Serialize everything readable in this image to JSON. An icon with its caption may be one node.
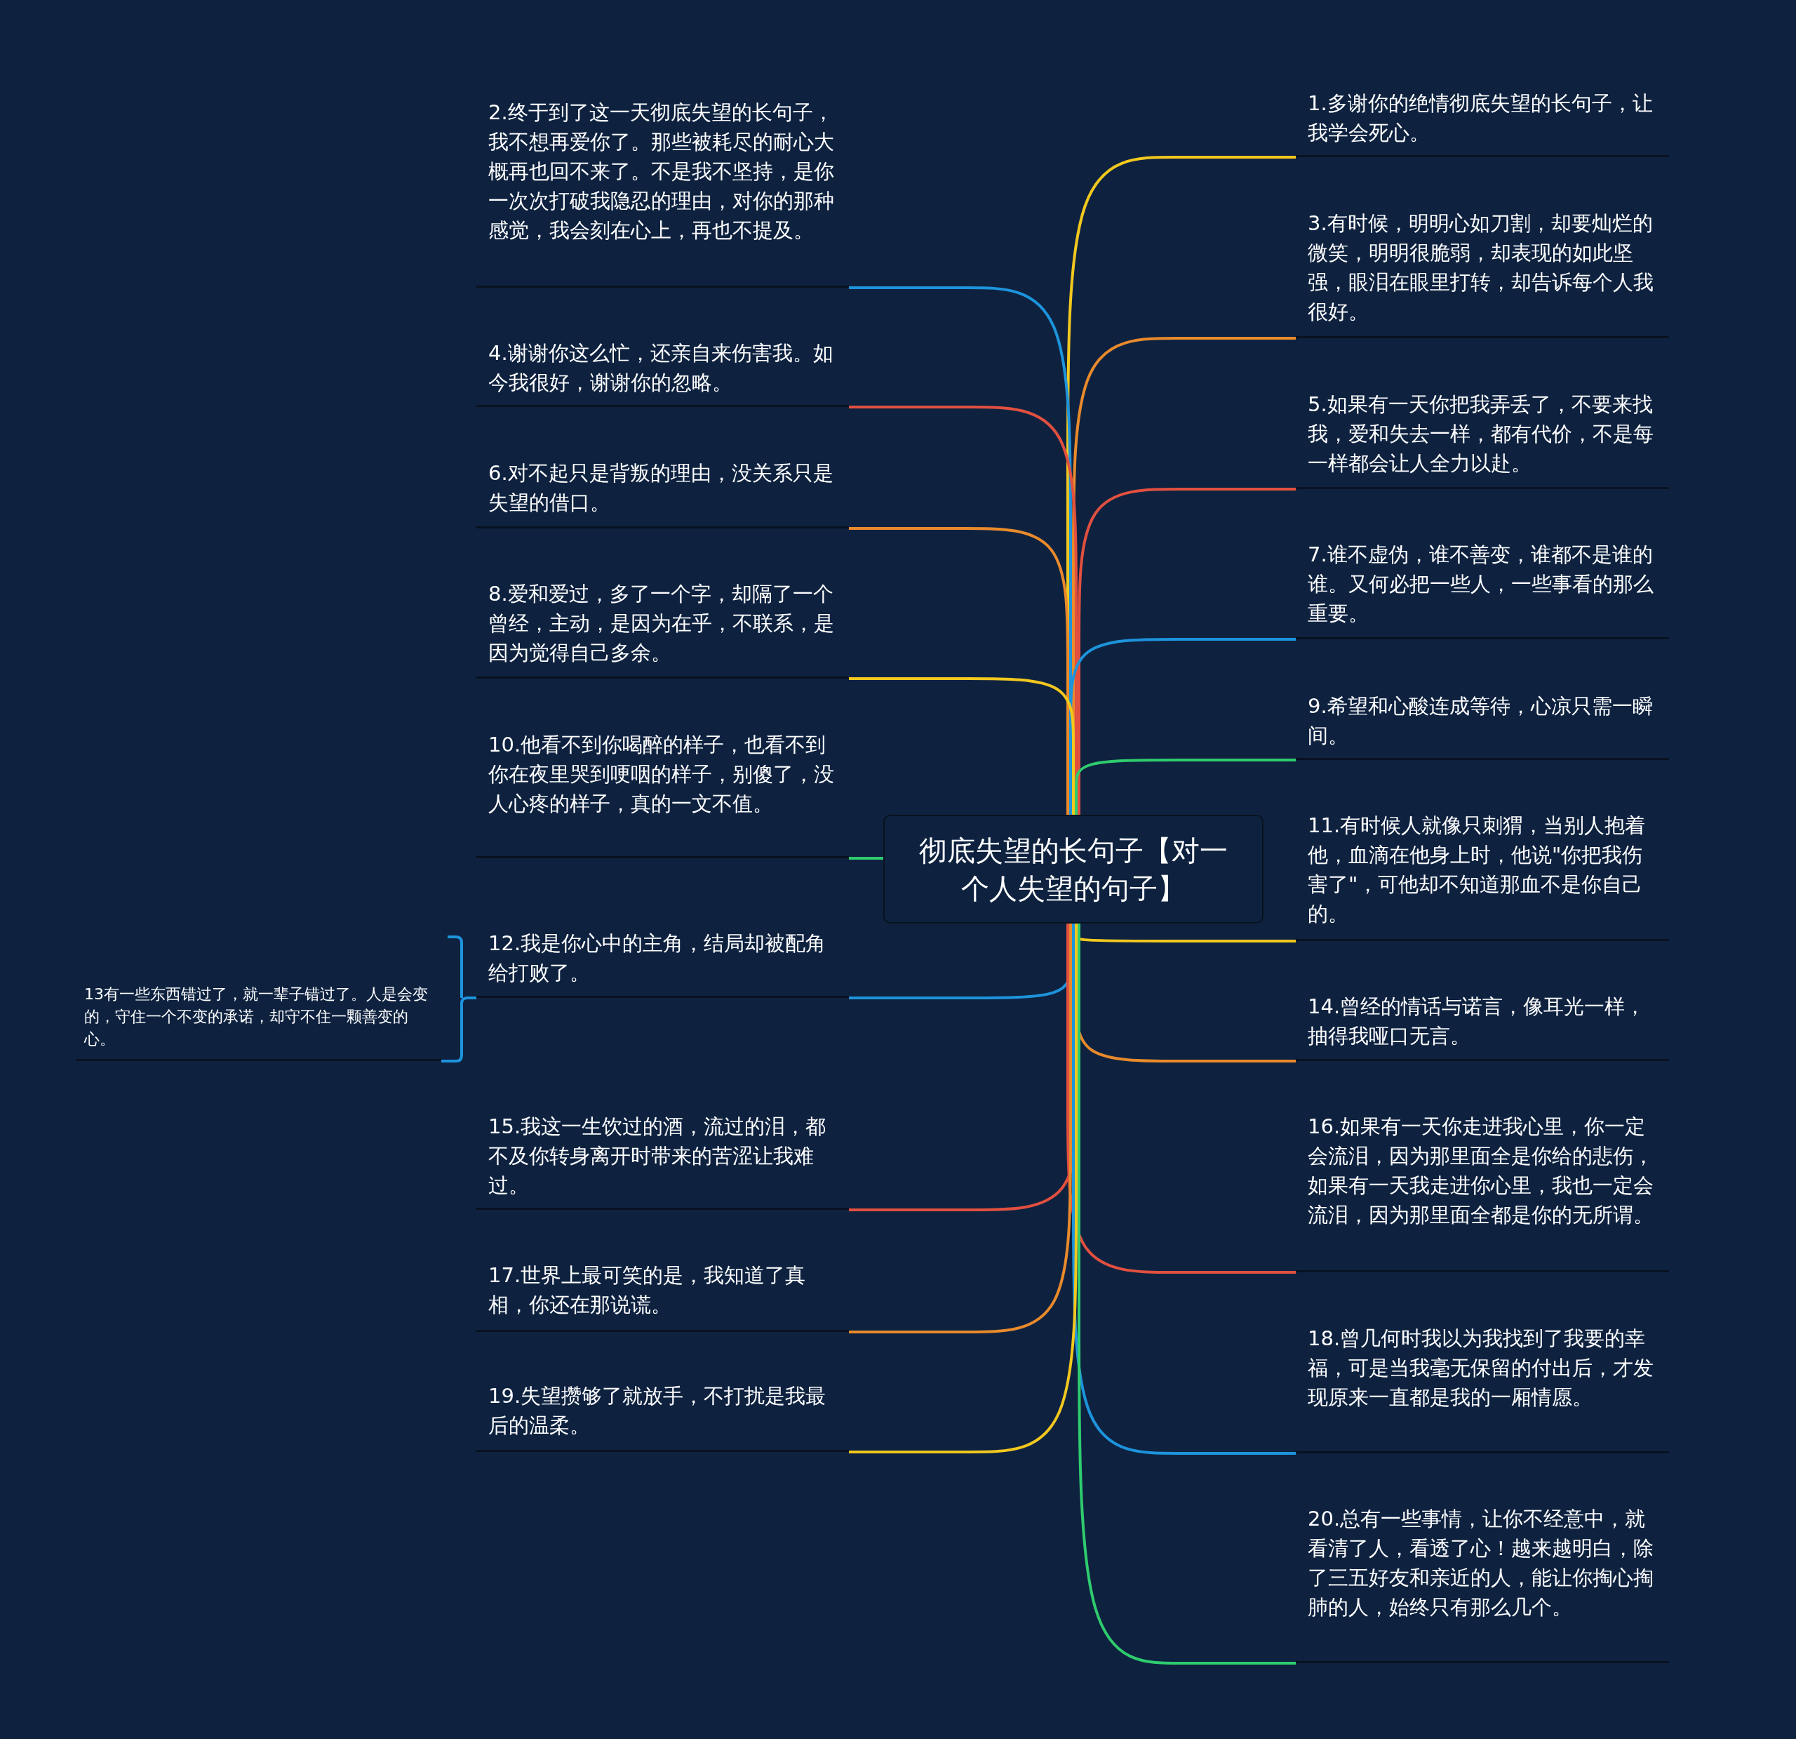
{
  "diagram": {
    "nodes": [
      {
        "text": [
          "彻底失望的长句子【对一个人失望的句子】"
        ]
      },
      {
        "text": [
          "1.多谢你的绝情彻底失望的长句子，让我学会死心。"
        ]
      },
      {
        "text": [
          "2.终于到了这一天彻底失望的长句子，我不想再爱你了。那些被耗尽的耐心大概再也回不来了。不是我不坚持，是你一次次打破我隐忍的理由，对你的那种感觉，我会刻在心上，再也不提及。"
        ]
      },
      {
        "text": [
          "3.有时候，明明心如刀割，却要灿烂的微笑，明明很脆弱，却表现的如此坚强，眼泪在眼里打转，却告诉每个人我很好。"
        ]
      },
      {
        "text": [
          "4.谢谢你这么忙，还亲自来伤害我。如今我很好，谢谢你的忽略。"
        ]
      },
      {
        "text": [
          "5.如果有一天你把我弄丢了，不要来找我，爱和失去一样，都有代价，不是每一样都会让人全力以赴。"
        ]
      },
      {
        "text": [
          "6.对不起只是背叛的理由，没关系只是失望的借口。"
        ]
      },
      {
        "text": [
          "7.谁不虚伪，谁不善变，谁都不是谁的谁。又何必把一些人，一些事看的那么重要。"
        ]
      },
      {
        "text": [
          "8.爱和爱过，多了一个字，却隔了一个曾经，主动，是因为在乎，不联系，是因为觉得自己多余。"
        ]
      },
      {
        "text": [
          "9.希望和心酸连成等待，心凉只需一瞬间。"
        ]
      },
      {
        "text": [
          "10.他看不到你喝醉的样子，也看不到你在夜里哭到哽咽的样子，别傻了，没人心疼的样子，真的一文不值。"
        ]
      },
      {
        "text": [
          "11.有时候人就像只刺猬，当别人抱着他，血滴在他身上时，他说\"你把我伤害了\"，可他却不知道那血不是你自己的。"
        ]
      },
      {
        "text": [
          "12.我是你心中的主角，结局却被配角给打败了。"
        ]
      },
      {
        "text": [
          "13有一些东西错过了，就一辈子错过了。人是会变的，守住一个不变的承诺，却守不住一颗善变的心。"
        ]
      },
      {
        "text": [
          "14.曾经的情话与诺言，像耳光一样，抽得我哑口无言。"
        ]
      },
      {
        "text": [
          "15.我这一生饮过的酒，流过的泪，都不及你转身离开时带来的苦涩让我难过。"
        ]
      },
      {
        "text": [
          "16.如果有一天你走进我心里，你一定会流泪，因为那里面全是你给的悲伤，如果有一天我走进你心里，我也一定会流泪，因为那里面全都是你的无所谓。"
        ]
      },
      {
        "text": [
          "17.世界上最可笑的是，我知道了真相，你还在那说谎。"
        ]
      },
      {
        "text": [
          "18.曾几何时我以为我找到了我要的幸福，可是当我毫无保留的付出后，才发现原来一直都是我的一厢情愿。"
        ]
      },
      {
        "text": [
          "19.失望攒够了就放手，不打扰是我最后的温柔。"
        ]
      },
      {
        "text": [
          "20.总有一些事情，让你不经意中，就看清了人，看透了心！越来越明白，除了三五好友和亲近的人，能让你掏心掏肺的人，始终只有那么几个。"
        ]
      }
    ],
    "edges": [
      {
        "from": 0,
        "to": 1,
        "arrow": "none",
        "color": "#f2c81e"
      },
      {
        "from": 0,
        "to": 2,
        "arrow": "none",
        "color": "#1d94dc"
      },
      {
        "from": 0,
        "to": 3,
        "arrow": "none",
        "color": "#e98a2b"
      },
      {
        "from": 0,
        "to": 4,
        "arrow": "none",
        "color": "#e2503f"
      },
      {
        "from": 0,
        "to": 5,
        "arrow": "none",
        "color": "#e2503f"
      },
      {
        "from": 0,
        "to": 6,
        "arrow": "none",
        "color": "#e98a2b"
      },
      {
        "from": 0,
        "to": 7,
        "arrow": "none",
        "color": "#1d94dc"
      },
      {
        "from": 0,
        "to": 8,
        "arrow": "none",
        "color": "#f2c81e"
      },
      {
        "from": 0,
        "to": 9,
        "arrow": "none",
        "color": "#2fcc6e"
      },
      {
        "from": 0,
        "to": 10,
        "arrow": "none",
        "color": "#2fcc6e"
      },
      {
        "from": 0,
        "to": 11,
        "arrow": "none",
        "color": "#f2c81e"
      },
      {
        "from": 0,
        "to": 12,
        "arrow": "none",
        "color": "#1d94dc"
      },
      {
        "from": 12,
        "to": 13,
        "arrow": "none",
        "color": "#1d94dc"
      },
      {
        "from": 0,
        "to": 14,
        "arrow": "none",
        "color": "#e98a2b"
      },
      {
        "from": 0,
        "to": 15,
        "arrow": "none",
        "color": "#e2503f"
      },
      {
        "from": 0,
        "to": 16,
        "arrow": "none",
        "color": "#e2503f"
      },
      {
        "from": 0,
        "to": 17,
        "arrow": "none",
        "color": "#e98a2b"
      },
      {
        "from": 0,
        "to": 18,
        "arrow": "none",
        "color": "#1d94dc"
      },
      {
        "from": 0,
        "to": 19,
        "arrow": "none",
        "color": "#f2c81e"
      },
      {
        "from": 0,
        "to": 20,
        "arrow": "none",
        "color": "#2fcc6e"
      }
    ]
  }
}
